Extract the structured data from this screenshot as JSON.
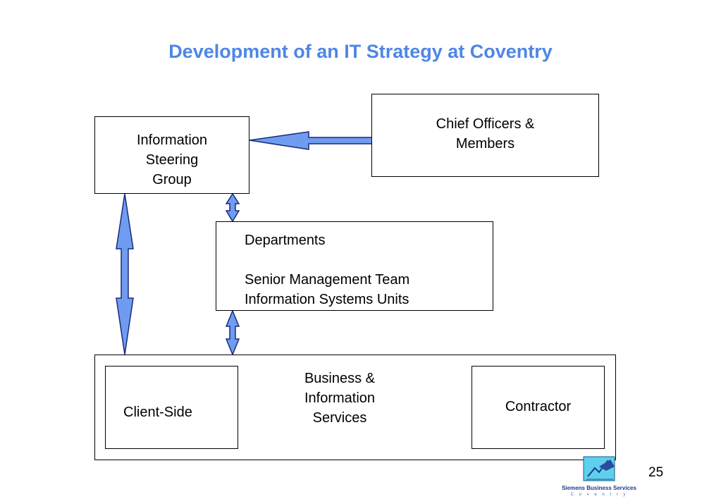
{
  "slide": {
    "title": "Development of an IT Strategy at Coventry",
    "page_number": "25"
  },
  "boxes": {
    "steering": {
      "lines": [
        "Information",
        "Steering",
        "Group"
      ]
    },
    "chief": {
      "lines": [
        "Chief Officers &",
        "Members"
      ]
    },
    "departments": {
      "lines": [
        "Departments",
        "",
        "Senior Management Team",
        "Information Systems Units"
      ]
    },
    "client": {
      "label": "Client-Side"
    },
    "bis": {
      "lines": [
        "Business &",
        "Information",
        "Services"
      ]
    },
    "contractor": {
      "label": "Contractor"
    }
  },
  "logo": {
    "name": "Siemens Business Services",
    "sub": "C o v e n t r y"
  },
  "colors": {
    "title": "#4f86e6",
    "arrow_fill": "#6f9cf0",
    "arrow_stroke": "#1a2a7a"
  }
}
